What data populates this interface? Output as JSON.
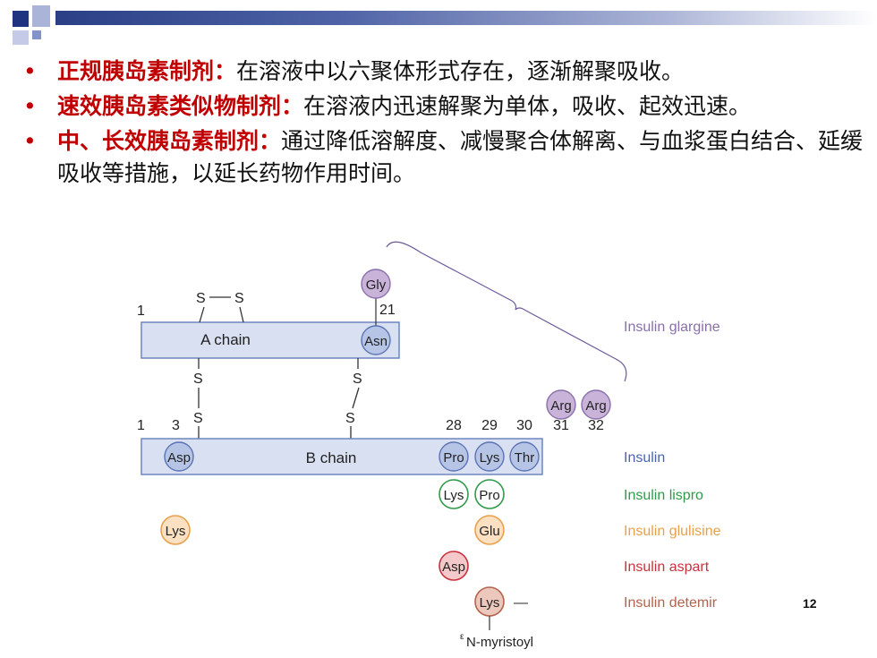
{
  "bullets": [
    {
      "term": "正规胰岛素制剂：",
      "text": "在溶液中以六聚体形式存在，逐渐解聚吸收。"
    },
    {
      "term": "速效胰岛素类似物制剂：",
      "text": "在溶液内迅速解聚为单体，吸收、起效迅速。"
    },
    {
      "term": "中、长效胰岛素制剂：",
      "text": "通过降低溶解度、减慢聚合体解离、与血浆蛋白结合、延缓吸收等措施，以延长药物作用时间。"
    }
  ],
  "diagram": {
    "a_chain_label": "A chain",
    "b_chain_label": "B chain",
    "pos_a1": "1",
    "pos_a21": "21",
    "pos_b1": "1",
    "pos_b3": "3",
    "pos_b28": "28",
    "pos_b29": "29",
    "pos_b30": "30",
    "pos_b31": "31",
    "pos_b32": "32",
    "s": "S",
    "residues": {
      "gly": "Gly",
      "asn": "Asn",
      "arg31": "Arg",
      "arg32": "Arg",
      "asp_b3": "Asp",
      "pro": "Pro",
      "lys": "Lys",
      "thr": "Thr",
      "lispro_lys": "Lys",
      "lispro_pro": "Pro",
      "glulisine_lys": "Lys",
      "glulisine_glu": "Glu",
      "aspart_asp": "Asp",
      "detemir_lys": "Lys"
    },
    "detemir_dash": "—",
    "myristoyl_sup": "ε",
    "myristoyl": "N-myristoyl",
    "variants": {
      "glargine": "Insulin glargine",
      "insulin": "Insulin",
      "lispro": "Insulin lispro",
      "glulisine": "Insulin glulisine",
      "aspart": "Insulin aspart",
      "detemir": "Insulin detemir"
    },
    "colors": {
      "purple": "#b49ac9",
      "blue": "#8fa6d6",
      "green": "#2e9b4a",
      "orange": "#e9a04a",
      "red": "#c8323f",
      "brown": "#b5624c",
      "chain_fill": "#d8e0f2",
      "chain_stroke": "#6f85bf"
    }
  },
  "page_number": "12"
}
